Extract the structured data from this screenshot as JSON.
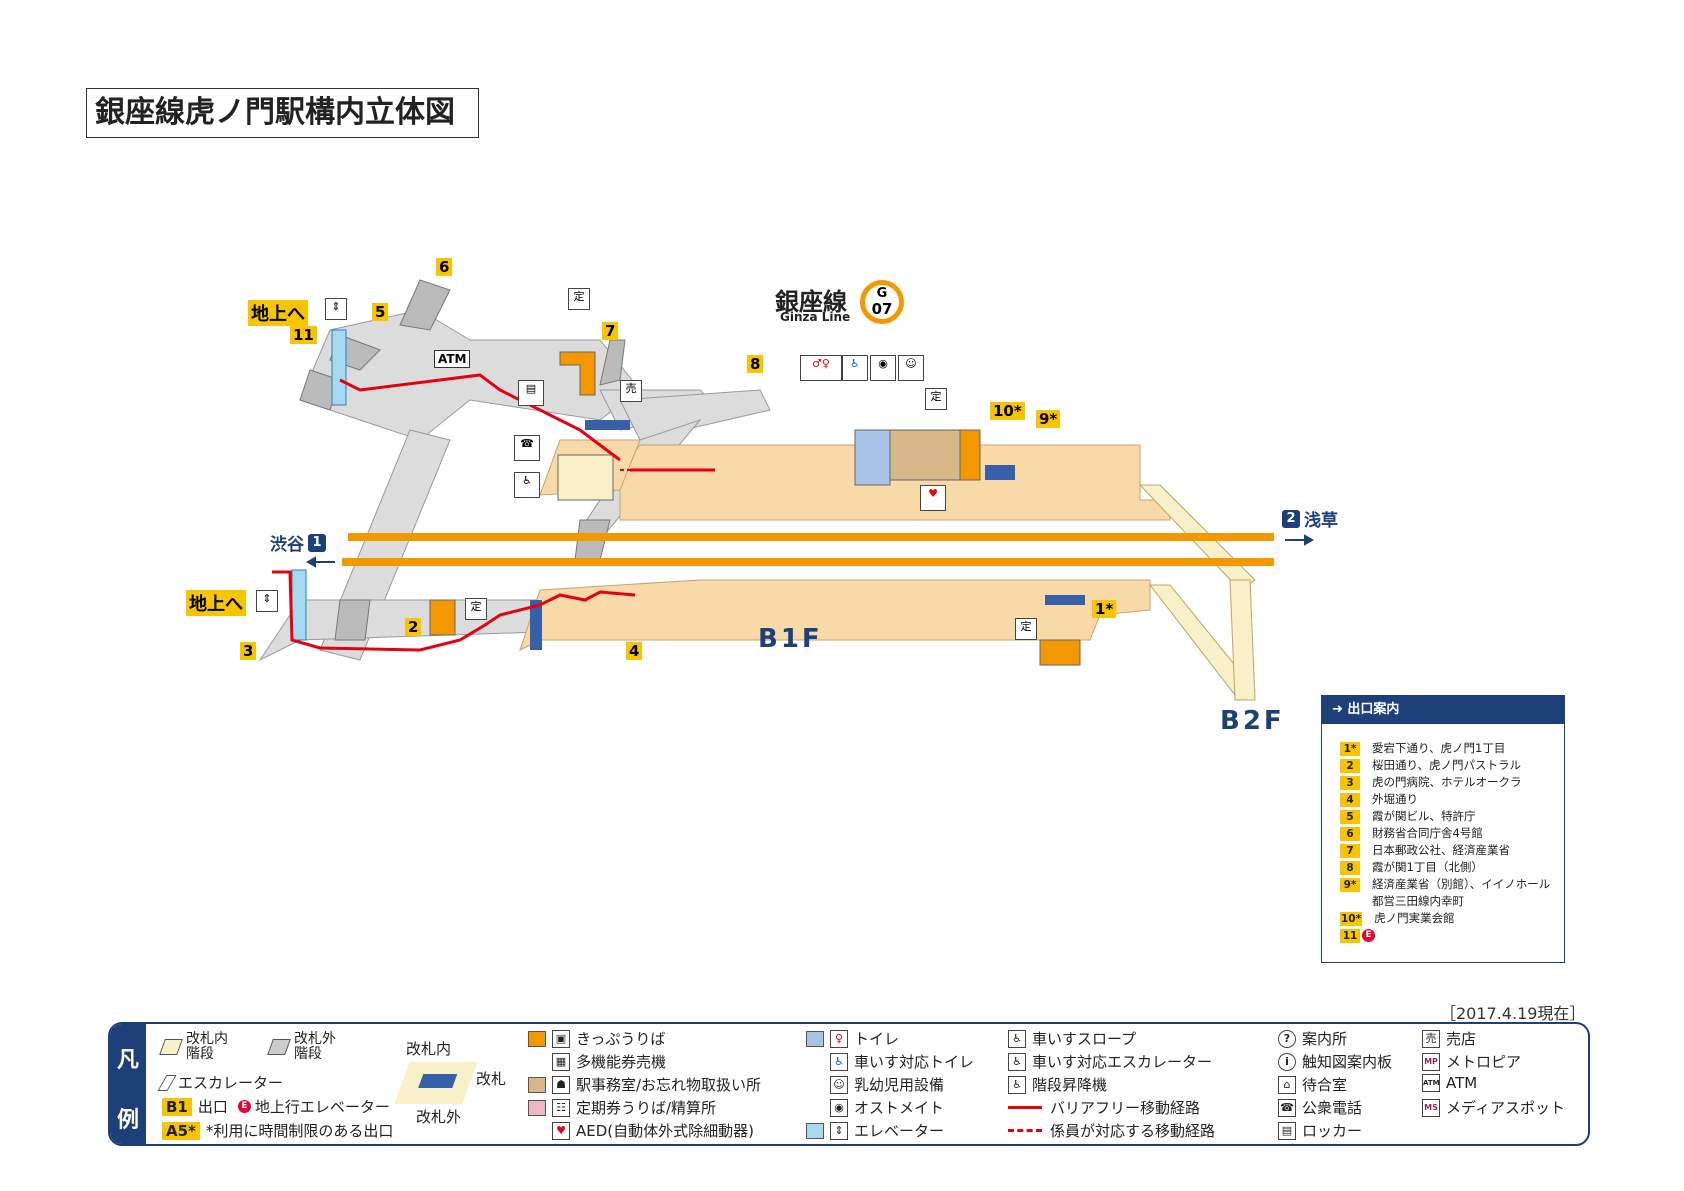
{
  "title": "銀座線虎ノ門駅構内立体図",
  "line": {
    "name": "銀座線",
    "name_en": "Ginza Line",
    "code_letter": "G",
    "code_number": "07",
    "color": "#f39800"
  },
  "colors": {
    "concourse": "#f8d9a8",
    "platform_gray": "#dcdcdc",
    "barrier_free": "#e60012",
    "navy": "#1d3f7a",
    "badge": "#f6c400"
  },
  "map": {
    "floor_b1": "B1F",
    "floor_b2": "B2F",
    "to_ground": "地上へ",
    "shibuya": {
      "label": "渋谷",
      "num": "1"
    },
    "asakusa": {
      "label": "浅草",
      "num": "2"
    },
    "atm": "ATM",
    "teiki": "定",
    "exits": [
      "1*",
      "2",
      "3",
      "4",
      "5",
      "6",
      "7",
      "8",
      "9*",
      "10*",
      "11"
    ]
  },
  "exit_guide": {
    "heading": "出口案内",
    "items": [
      {
        "num": "1*",
        "text": "愛宕下通り、虎ノ門1丁目"
      },
      {
        "num": "2",
        "text": "桜田通り、虎ノ門パストラル"
      },
      {
        "num": "3",
        "text": "虎の門病院、ホテルオークラ"
      },
      {
        "num": "4",
        "text": "外堀通り"
      },
      {
        "num": "5",
        "text": "霞が関ビル、特許庁"
      },
      {
        "num": "6",
        "text": "財務省合同庁舎4号館"
      },
      {
        "num": "7",
        "text": "日本郵政公社、経済産業省"
      },
      {
        "num": "8",
        "text": "霞が関1丁目（北側）"
      },
      {
        "num": "9*",
        "text": "経済産業省（別館）、イイノホール",
        "text2": "都営三田線内幸町"
      },
      {
        "num": "10*",
        "text": "虎ノ門実業会館"
      },
      {
        "num": "11",
        "text": "",
        "elevator": "E"
      }
    ]
  },
  "date": "［2017.4.19現在］",
  "legend": {
    "side_top": "凡",
    "side_bottom": "例",
    "stairs_inside": "改札内\n階段",
    "stairs_outside": "改札外\n階段",
    "escalator": "エスカレーター",
    "exit_badge": "B1",
    "exit": "出口",
    "elevator_up_badge": "E",
    "elevator_up": "地上行エレベーター",
    "limited_badge": "A5*",
    "limited": "*利用に時間制限のある出口",
    "gate_inside": "改札内",
    "gate": "改札",
    "gate_outside": "改札外",
    "ticket": "きっぷうりば",
    "multi_ticket": "多機能券売機",
    "station_office": "駅事務室/お忘れ物取扱い所",
    "commuter": "定期券うりば/精算所",
    "aed": "AED(自動体外式除細動器)",
    "toilet": "トイレ",
    "wheel_toilet": "車いす対応トイレ",
    "baby": "乳幼児用設備",
    "ostomate": "オストメイト",
    "elevator": "エレベーター",
    "wheel_slope": "車いすスロープ",
    "wheel_escalator": "車いす対応エスカレーター",
    "stair_lift": "階段昇降機",
    "barrier_free_route": "バリアフリー移動経路",
    "staff_route": "係員が対応する移動経路",
    "info": "案内所",
    "tactile": "触知図案内板",
    "waiting": "待合室",
    "phone": "公衆電話",
    "locker": "ロッカー",
    "shop": "売店",
    "metropia": "メトロピア",
    "atm": "ATM",
    "media": "メディアスポット",
    "icon_info": "?",
    "icon_tactile": "i",
    "icon_mp": "MP",
    "icon_ms": "MS",
    "icon_atm": "ATM"
  }
}
